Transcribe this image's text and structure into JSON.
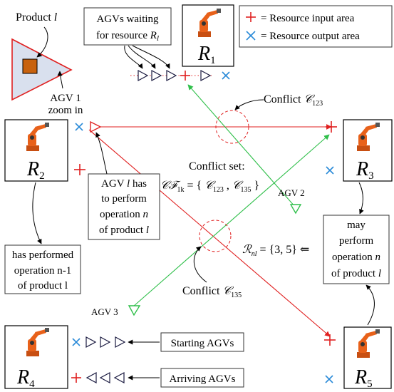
{
  "legend": {
    "input_label": "= Resource input area",
    "output_label": "= Resource output area"
  },
  "colors": {
    "input_marker": "#e02020",
    "output_marker": "#2a8ad8",
    "agv1_path": "#e02020",
    "agv2_path": "#2fbf4a",
    "robot_orange": "#e8611a",
    "product_fill": "#d9e0ee"
  },
  "product": {
    "label": "Product",
    "label_var": "l"
  },
  "agvs_waiting": {
    "line1": "AGVs waiting",
    "line2_prefix": "for resource",
    "line2_var": "R",
    "line2_sub": "l"
  },
  "resources": [
    {
      "id": "R1",
      "letter": "R",
      "sub": "1"
    },
    {
      "id": "R2",
      "letter": "R",
      "sub": "2"
    },
    {
      "id": "R3",
      "letter": "R",
      "sub": "3"
    },
    {
      "id": "R4",
      "letter": "R",
      "sub": "4"
    },
    {
      "id": "R5",
      "letter": "R",
      "sub": "5"
    }
  ],
  "agv1": {
    "line1": "AGV 1",
    "line2": "zoom in"
  },
  "agv2": {
    "label": "AGV 2"
  },
  "agv3": {
    "label": "AGV 3"
  },
  "conflict_top": {
    "prefix": "Conflict",
    "symbol": "𝒞",
    "sub": "123"
  },
  "conflict_bottom": {
    "prefix": "Conflict",
    "symbol": "𝒞",
    "sub": "135"
  },
  "conflict_set": {
    "title": "Conflict set:",
    "lhs": "𝒞ℱ",
    "lhs_sub": "1k",
    "rhs_open": "= {",
    "c1": "𝒞",
    "c1_sub": "123",
    "sep": ",",
    "c2": "𝒞",
    "c2_sub": "135",
    "rhs_close": "}"
  },
  "agv_op_box": {
    "line1_a": "AGV",
    "line1_var": "l",
    "line1_b": "has",
    "line2": "to perform",
    "line3_a": "operation",
    "line3_var": "n",
    "line4_a": "of product",
    "line4_var": "l"
  },
  "performed_box": {
    "line1": "has performed",
    "line2": "operation n-1",
    "line3": "of product l"
  },
  "may_box": {
    "line1": "may",
    "line2": "perform",
    "line3_a": "operation",
    "line3_var": "n",
    "line4_a": "of product",
    "line4_var": "l"
  },
  "rnl": {
    "symbol": "ℛ",
    "sub": "nl",
    "rhs": "= {3, 5} ⇐"
  },
  "starting": {
    "label": "Starting AGVs"
  },
  "arriving": {
    "label": "Arriving AGVs"
  }
}
